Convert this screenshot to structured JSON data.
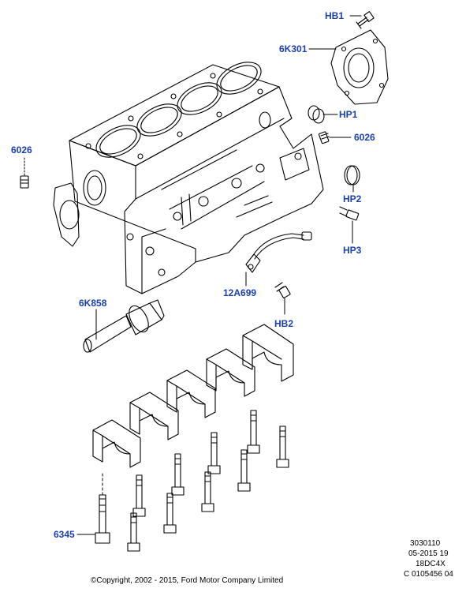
{
  "callouts": {
    "hb1": "HB1",
    "k6k301": "6K301",
    "hp1": "HP1",
    "p6026_right": "6026",
    "p6026_left": "6026",
    "hp2": "HP2",
    "hp3": "HP3",
    "a12a699": "12A699",
    "k6k858": "6K858",
    "hb2": "HB2",
    "p6345": "6345"
  },
  "info": {
    "line1": "3030110",
    "line2": "05-2015 19",
    "line3": "18DC4X",
    "line4": "C 0105456 04"
  },
  "copyright": "©Copyright, 2002 - 2015, Ford Motor Company Limited",
  "colors": {
    "callout": "#1a3fb0",
    "line": "#000000"
  }
}
